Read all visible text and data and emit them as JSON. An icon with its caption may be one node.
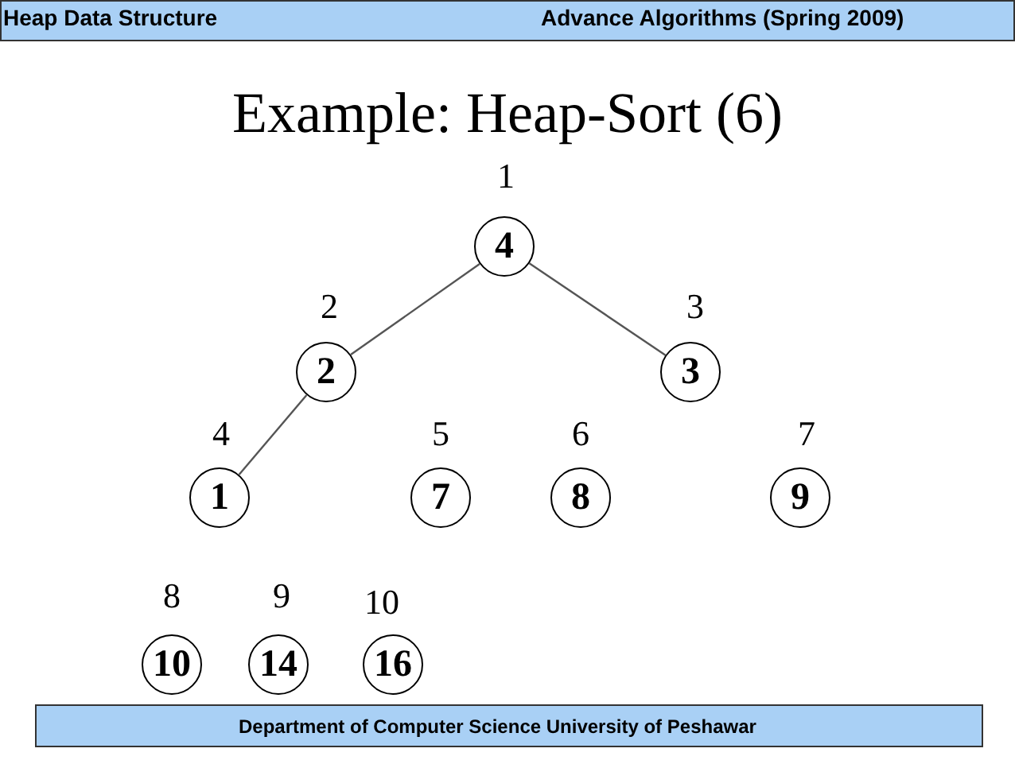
{
  "diagram": {
    "title": "Example: Heap-Sort (6)",
    "nodes": [
      {
        "text": [
          "4"
        ],
        "beside": [
          "1"
        ]
      },
      {
        "text": [
          "2"
        ],
        "beside": [
          "2"
        ]
      },
      {
        "text": [
          "3"
        ],
        "beside": [
          "3"
        ]
      },
      {
        "text": [
          "1"
        ],
        "beside": [
          "4"
        ]
      },
      {
        "text": [
          "7"
        ],
        "beside": [
          "5"
        ]
      },
      {
        "text": [
          "8"
        ],
        "beside": [
          "6"
        ]
      },
      {
        "text": [
          "9"
        ],
        "beside": [
          "7"
        ]
      },
      {
        "text": [
          "10"
        ],
        "beside": [
          "8"
        ]
      },
      {
        "text": [
          "14"
        ],
        "beside": [
          "9"
        ]
      },
      {
        "text": [
          "16"
        ],
        "beside": [
          "10"
        ]
      }
    ],
    "edges": [
      {
        "from": 0,
        "to": 1,
        "arrow": "none"
      },
      {
        "from": 0,
        "to": 2,
        "arrow": "none"
      },
      {
        "from": 1,
        "to": 3,
        "arrow": "none"
      }
    ],
    "labels": [
      "Heap Data Structure",
      "Advance Algorithms (Spring 2009)",
      "Department of Computer Science University of Peshawar"
    ]
  }
}
